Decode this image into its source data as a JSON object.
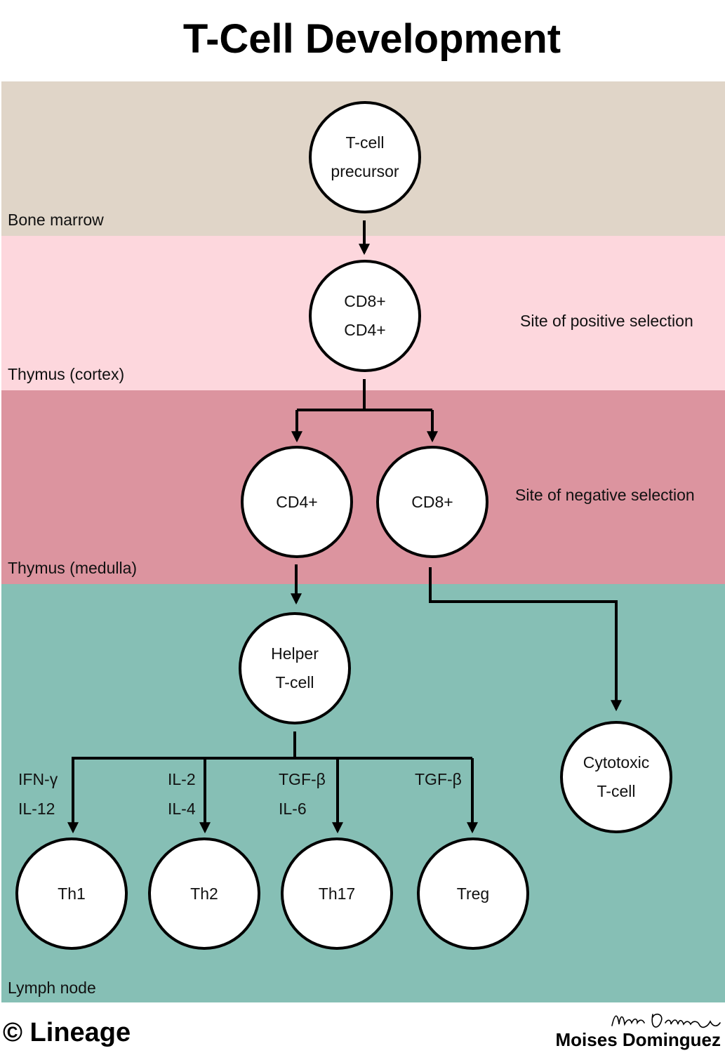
{
  "title": "T-Cell Development",
  "regions": {
    "bone_marrow": "Bone marrow",
    "thymus_cortex": "Thymus (cortex)",
    "thymus_medulla": "Thymus (medulla)",
    "lymph_node": "Lymph node"
  },
  "sites": {
    "positive": "Site of positive selection",
    "negative": "Site of negative selection"
  },
  "nodes": {
    "precursor": "T-cell\nprecursor",
    "double_positive": "CD8+\nCD4+",
    "cd4": "CD4+",
    "cd8": "CD8+",
    "helper": "Helper\nT-cell",
    "cytotoxic": "Cytotoxic\nT-cell",
    "th1": "Th1",
    "th2": "Th2",
    "th17": "Th17",
    "treg": "Treg"
  },
  "cytokines": {
    "th1": [
      "IFN-γ",
      "IL-12"
    ],
    "th2": [
      "IL-2",
      "IL-4"
    ],
    "th17": [
      "TGF-β",
      "IL-6"
    ],
    "treg": [
      "TGF-β"
    ]
  },
  "footer": {
    "copyright": "© Lineage",
    "author": "Moises Dominguez",
    "signature": "Moises Dominguez"
  },
  "colors": {
    "bone_marrow": "#e0d5c8",
    "thymus_cortex": "#fdd7dd",
    "thymus_medulla": "#dc949f",
    "lymph_node": "#86bfb5"
  }
}
